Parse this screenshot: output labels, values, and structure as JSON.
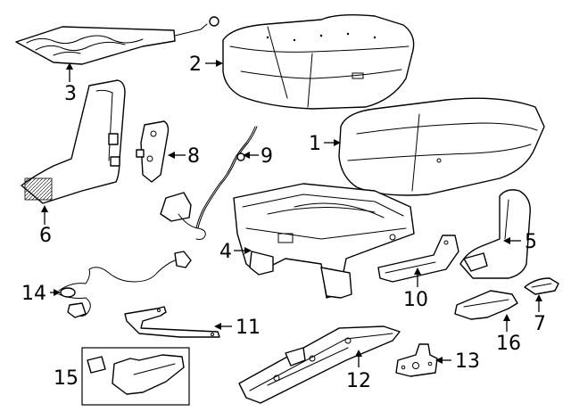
{
  "callouts": {
    "p1": "1",
    "p2": "2",
    "p3": "3",
    "p4": "4",
    "p5": "5",
    "p6": "6",
    "p7": "7",
    "p8": "8",
    "p9": "9",
    "p10": "10",
    "p11": "11",
    "p12": "12",
    "p13": "13",
    "p14": "14",
    "p15": "15",
    "p16": "16"
  },
  "colors": {
    "line": "#000000",
    "background": "#ffffff"
  }
}
